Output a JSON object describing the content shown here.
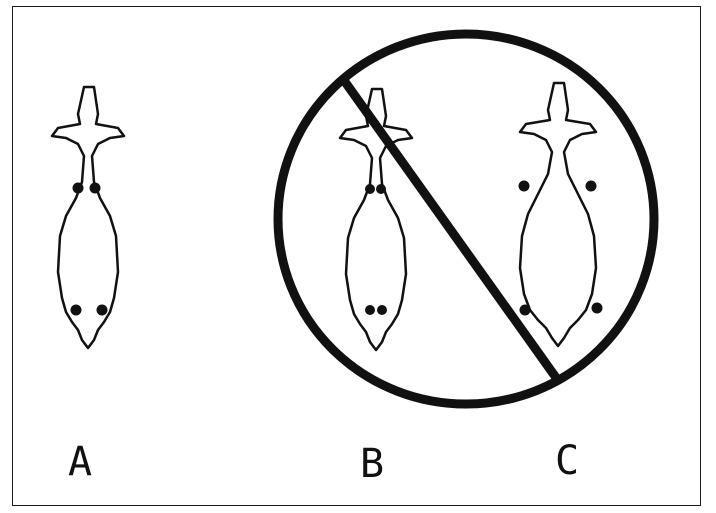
{
  "labels": {
    "a": "A",
    "b": "B",
    "c": "C"
  },
  "colors": {
    "ink": "#111111",
    "background": "#ffffff"
  },
  "icons": {
    "prohibition": "prohibition-sign-icon",
    "animal": "animal-top-view-icon",
    "dot": "marker-dot-icon"
  }
}
